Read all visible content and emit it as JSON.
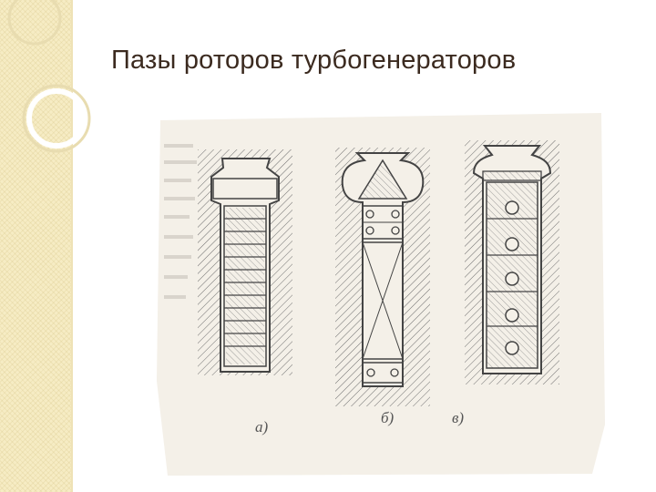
{
  "slide": {
    "title": "Пазы роторов турбогенераторов"
  },
  "figure": {
    "panel_labels": [
      "а)",
      "б)",
      "в)"
    ]
  },
  "colors": {
    "title": "#3b2a1f",
    "side_strip": "#f6ecc4",
    "paper": "#f4f0e8",
    "ink": "#4a4a4a"
  }
}
